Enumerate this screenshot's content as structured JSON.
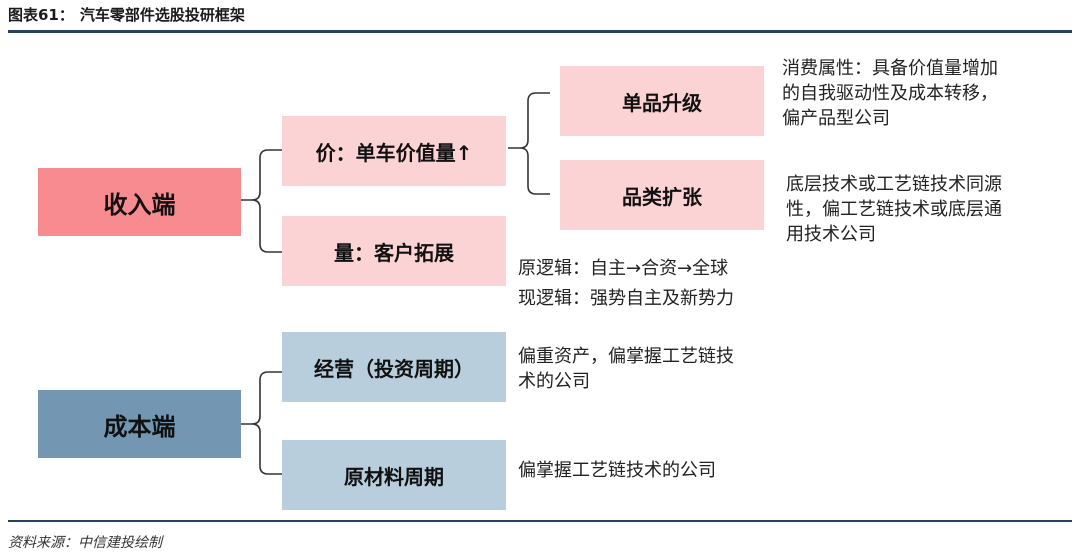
{
  "title": {
    "label": "图表61：",
    "text": "汽车零部件选股投研框架"
  },
  "source": "资料来源：中信建投绘制",
  "colors": {
    "revenue_main": "#f88b8f",
    "revenue_sub": "#fcd3d4",
    "cost_main": "#7397b3",
    "cost_sub": "#b8cedd",
    "rule": "#25415f"
  },
  "revenue": {
    "label": "收入端",
    "price": {
      "label": "价：单车价值量↑",
      "product_upgrade": {
        "label": "单品升级",
        "note": [
          "消费属性：具备价值量增加",
          "的自我驱动性及成本转移，",
          "偏产品型公司"
        ]
      },
      "category_expansion": {
        "label": "品类扩张",
        "note": [
          "底层技术或工艺链技术同源",
          "性，偏工艺链技术或底层通",
          "用技术公司"
        ]
      }
    },
    "volume": {
      "label": "量：客户拓展",
      "note": [
        "原逻辑：自主→合资→全球",
        "现逻辑：强势自主及新势力"
      ]
    }
  },
  "cost": {
    "label": "成本端",
    "operation": {
      "label": "经营（投资周期）",
      "note": [
        "偏重资产，偏掌握工艺链技",
        "术的公司"
      ]
    },
    "material": {
      "label": "原材料周期",
      "note": [
        "偏掌握工艺链技术的公司"
      ]
    }
  }
}
